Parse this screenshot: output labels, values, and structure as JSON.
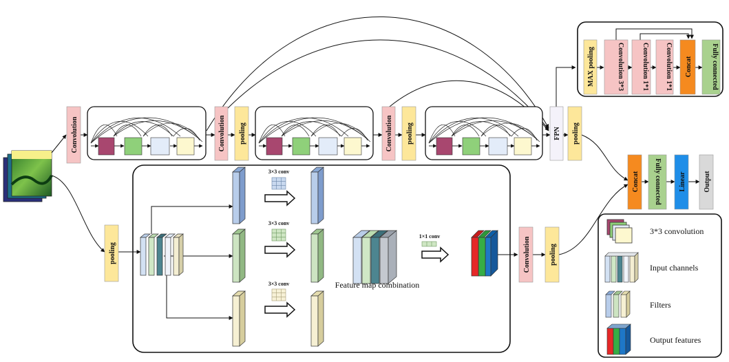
{
  "colors": {
    "convolution": "#f6c4c4",
    "pooling": "#fde79a",
    "fpn": "#f4f2fa",
    "concat": "#f58a1f",
    "fully_connected": "#a9d18e",
    "linear": "#1f8ee8",
    "output": "#d9d9d9",
    "node_purple": "#a8476f",
    "node_green": "#8fd07a",
    "node_lightblue": "#e3ecf9",
    "node_yellow": "#fdf8cf"
  },
  "blocks": {
    "convolution": "Convolution",
    "pooling": "pooling",
    "fpn": "FPN",
    "max_pooling": "MAX pooling",
    "conv_3x3": "Convolution 3*3",
    "conv_1x1": "Convolution 1*1",
    "concat": "Concat",
    "fully_connected": "Fully connected",
    "linear": "Linear",
    "output": "Output"
  },
  "annotations": {
    "conv3x3_top": "3×3 conv",
    "conv3x3_mid": "3×3 conv",
    "conv3x3_bot": "3×3 conv",
    "conv1x1": "1×1 conv",
    "feature_map_combination": "Feature map combination"
  },
  "legend": {
    "items": [
      {
        "icon": "conv-stack-icon",
        "label": "3*3 convolution"
      },
      {
        "icon": "input-channels-icon",
        "label": "Input channels"
      },
      {
        "icon": "filters-icon",
        "label": "Filters"
      },
      {
        "icon": "output-features-icon",
        "label": "Output features"
      }
    ]
  }
}
